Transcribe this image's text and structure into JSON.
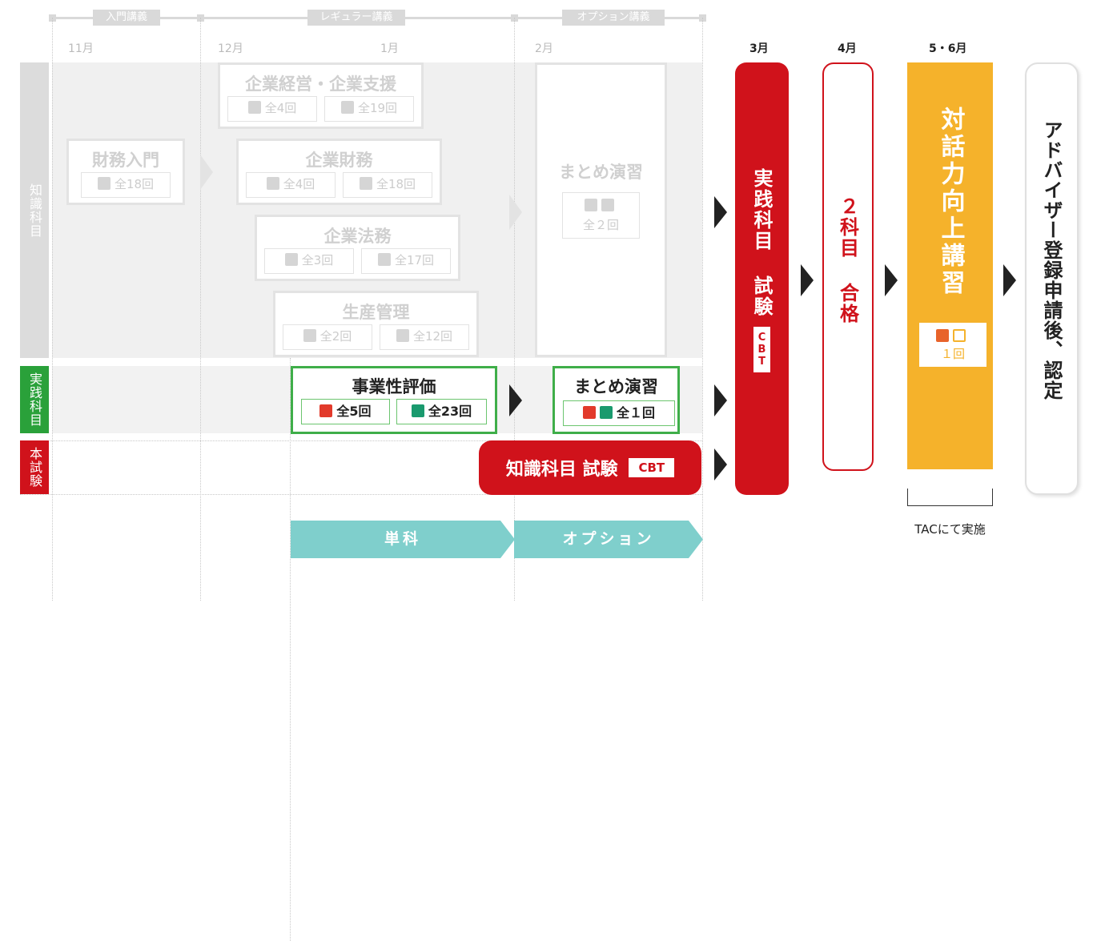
{
  "phases": [
    "入門講義",
    "レギュラー講義",
    "オプション講義"
  ],
  "months": {
    "nov": "11月",
    "dec": "12月",
    "jan": "1月",
    "feb": "2月",
    "mar": "3月",
    "apr": "4月",
    "may_jun": "5・6月"
  },
  "rows": {
    "knowledge": "知識科目",
    "practice": "実践科目",
    "exam": "本試験"
  },
  "knowledge_courses": [
    {
      "title": "財務入門",
      "sessions": [
        "全18回"
      ]
    },
    {
      "title": "企業経営・企業支援",
      "sessions": [
        "全4回",
        "全19回"
      ]
    },
    {
      "title": "企業財務",
      "sessions": [
        "全4回",
        "全18回"
      ]
    },
    {
      "title": "企業法務",
      "sessions": [
        "全3回",
        "全17回"
      ]
    },
    {
      "title": "生産管理",
      "sessions": [
        "全2回",
        "全12回"
      ]
    },
    {
      "title": "まとめ演習",
      "sessions": [
        "全２回"
      ]
    }
  ],
  "practice_courses": [
    {
      "title": "事業性評価",
      "sessions": [
        "全5回",
        "全23回"
      ]
    },
    {
      "title": "まとめ演習",
      "sessions": [
        "全１回"
      ]
    }
  ],
  "knowledge_exam": {
    "title": "知識科目 試験",
    "badge": "CBT"
  },
  "practice_exam": {
    "title": "実践科目 試験",
    "badge": "CBT"
  },
  "pass": "２科目 合格",
  "dialogue": {
    "title": "対話力向上講習",
    "sessions": "１回"
  },
  "advisor": "アドバイザー登録申請後、認定",
  "tac_note": "TACにて実施",
  "bottom": [
    "単科",
    "オプション"
  ],
  "colors": {
    "red": "#d0121b",
    "green": "#3fae49",
    "yellow": "#f5b22b",
    "teal": "#7fcfcc",
    "gray": "#d9d9d9"
  }
}
